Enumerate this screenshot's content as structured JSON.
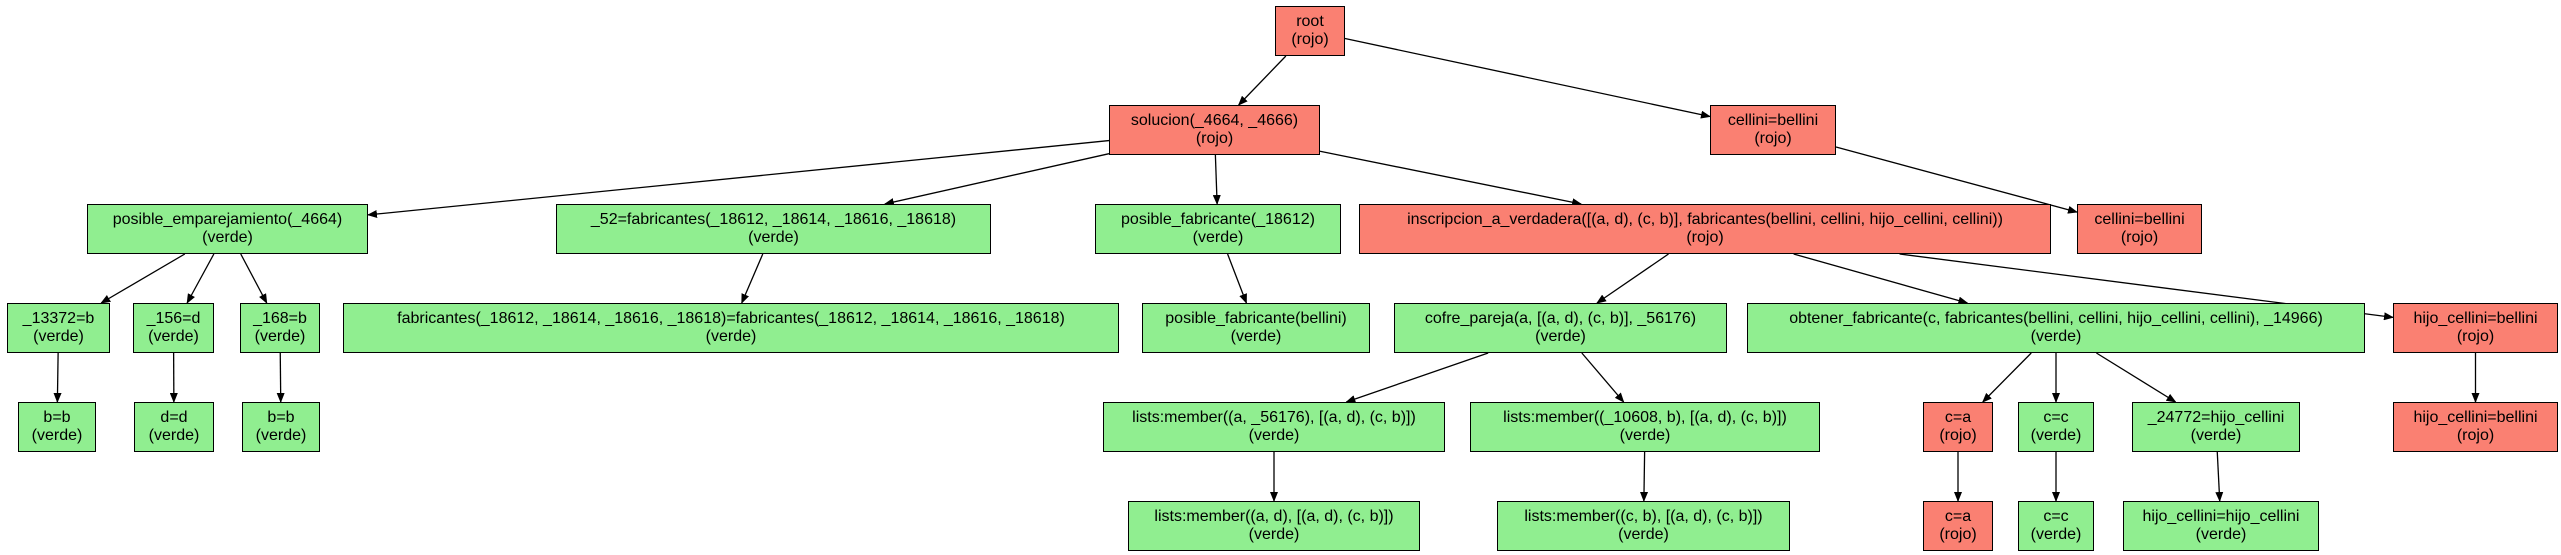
{
  "colors": {
    "rojo": "#fa8072",
    "verde": "#90ee90",
    "edge": "#000000"
  },
  "nodes": [
    {
      "id": "n0",
      "label": "root",
      "status": "(rojo)",
      "color": "rojo"
    },
    {
      "id": "n1",
      "label": "solucion(_4664, _4666)",
      "status": "(rojo)",
      "color": "rojo"
    },
    {
      "id": "n2",
      "label": "cellini=bellini",
      "status": "(rojo)",
      "color": "rojo"
    },
    {
      "id": "n3",
      "label": "posible_emparejamiento(_4664)",
      "status": "(verde)",
      "color": "verde"
    },
    {
      "id": "n4",
      "label": "_52=fabricantes(_18612, _18614, _18616, _18618)",
      "status": "(verde)",
      "color": "verde"
    },
    {
      "id": "n5",
      "label": "posible_fabricante(_18612)",
      "status": "(verde)",
      "color": "verde"
    },
    {
      "id": "n6",
      "label": "inscripcion_a_verdadera([(a, d), (c, b)], fabricantes(bellini, cellini, hijo_cellini, cellini))",
      "status": "(rojo)",
      "color": "rojo"
    },
    {
      "id": "n7",
      "label": "cellini=bellini",
      "status": "(rojo)",
      "color": "rojo"
    },
    {
      "id": "n8",
      "label": "_13372=b",
      "status": "(verde)",
      "color": "verde"
    },
    {
      "id": "n9",
      "label": "_156=d",
      "status": "(verde)",
      "color": "verde"
    },
    {
      "id": "n10",
      "label": "_168=b",
      "status": "(verde)",
      "color": "verde"
    },
    {
      "id": "n11",
      "label": "fabricantes(_18612, _18614, _18616, _18618)=fabricantes(_18612, _18614, _18616, _18618)",
      "status": "(verde)",
      "color": "verde"
    },
    {
      "id": "n12",
      "label": "posible_fabricante(bellini)",
      "status": "(verde)",
      "color": "verde"
    },
    {
      "id": "n13",
      "label": "cofre_pareja(a, [(a, d), (c, b)], _56176)",
      "status": "(verde)",
      "color": "verde"
    },
    {
      "id": "n14",
      "label": "obtener_fabricante(c, fabricantes(bellini, cellini, hijo_cellini, cellini), _14966)",
      "status": "(verde)",
      "color": "verde"
    },
    {
      "id": "n15",
      "label": "hijo_cellini=bellini",
      "status": "(rojo)",
      "color": "rojo"
    },
    {
      "id": "n16",
      "label": "b=b",
      "status": "(verde)",
      "color": "verde"
    },
    {
      "id": "n17",
      "label": "d=d",
      "status": "(verde)",
      "color": "verde"
    },
    {
      "id": "n18",
      "label": "b=b",
      "status": "(verde)",
      "color": "verde"
    },
    {
      "id": "n19",
      "label": "lists:member((a, _56176), [(a, d), (c, b)])",
      "status": "(verde)",
      "color": "verde"
    },
    {
      "id": "n20",
      "label": "lists:member((_10608, b), [(a, d), (c, b)])",
      "status": "(verde)",
      "color": "verde"
    },
    {
      "id": "n21",
      "label": "c=a",
      "status": "(rojo)",
      "color": "rojo"
    },
    {
      "id": "n22",
      "label": "c=c",
      "status": "(verde)",
      "color": "verde"
    },
    {
      "id": "n23",
      "label": "_24772=hijo_cellini",
      "status": "(verde)",
      "color": "verde"
    },
    {
      "id": "n24",
      "label": "hijo_cellini=bellini",
      "status": "(rojo)",
      "color": "rojo"
    },
    {
      "id": "n25",
      "label": "lists:member((a, d), [(a, d), (c, b)])",
      "status": "(verde)",
      "color": "verde"
    },
    {
      "id": "n26",
      "label": "lists:member((c, b), [(a, d), (c, b)])",
      "status": "(verde)",
      "color": "verde"
    },
    {
      "id": "n27",
      "label": "c=a",
      "status": "(rojo)",
      "color": "rojo"
    },
    {
      "id": "n28",
      "label": "c=c",
      "status": "(verde)",
      "color": "verde"
    },
    {
      "id": "n29",
      "label": "hijo_cellini=hijo_cellini",
      "status": "(verde)",
      "color": "verde"
    }
  ],
  "edges": [
    [
      "n0",
      "n1"
    ],
    [
      "n0",
      "n2"
    ],
    [
      "n1",
      "n3"
    ],
    [
      "n1",
      "n4"
    ],
    [
      "n1",
      "n5"
    ],
    [
      "n1",
      "n6"
    ],
    [
      "n2",
      "n7"
    ],
    [
      "n3",
      "n8"
    ],
    [
      "n3",
      "n9"
    ],
    [
      "n3",
      "n10"
    ],
    [
      "n4",
      "n11"
    ],
    [
      "n5",
      "n12"
    ],
    [
      "n6",
      "n13"
    ],
    [
      "n6",
      "n14"
    ],
    [
      "n6",
      "n15"
    ],
    [
      "n8",
      "n16"
    ],
    [
      "n9",
      "n17"
    ],
    [
      "n10",
      "n18"
    ],
    [
      "n13",
      "n19"
    ],
    [
      "n13",
      "n20"
    ],
    [
      "n14",
      "n21"
    ],
    [
      "n14",
      "n22"
    ],
    [
      "n14",
      "n23"
    ],
    [
      "n15",
      "n24"
    ],
    [
      "n19",
      "n25"
    ],
    [
      "n20",
      "n26"
    ],
    [
      "n21",
      "n27"
    ],
    [
      "n22",
      "n28"
    ],
    [
      "n23",
      "n29"
    ]
  ]
}
